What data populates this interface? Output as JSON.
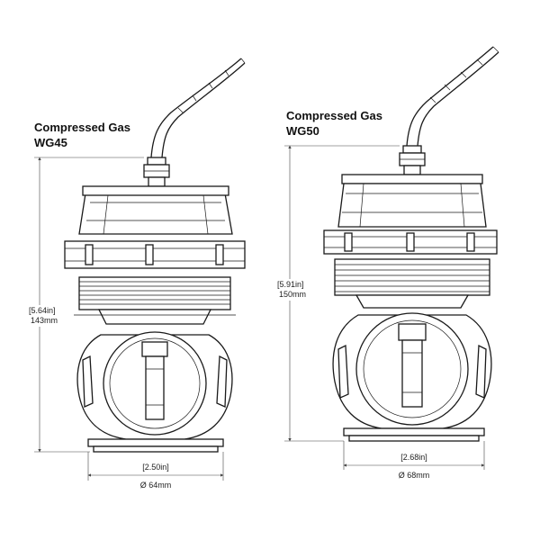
{
  "left_valve": {
    "title_line1": "Compressed Gas",
    "title_line2": "WG45",
    "height_in": "[5.64in]",
    "height_mm": "143mm",
    "width_in": "[2.50in]",
    "width_mm": "Ø 64mm"
  },
  "right_valve": {
    "title_line1": "Compressed Gas",
    "title_line2": "WG50",
    "height_in": "[5.91in]",
    "height_mm": "150mm",
    "width_in": "[2.68in]",
    "width_mm": "Ø 68mm"
  }
}
